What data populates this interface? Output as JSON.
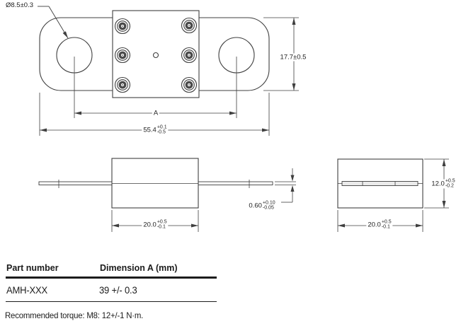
{
  "views": {
    "top": {
      "hole_diameter": "Ø8.5±0.3",
      "height": "17.7±0.5",
      "hole_spacing": "A",
      "overall_width": {
        "value": "55.4",
        "plus": "+0.1",
        "minus": "-0.5"
      }
    },
    "side": {
      "body_width": {
        "value": "20.0",
        "plus": "+0.5",
        "minus": "-0.1"
      },
      "terminal_thickness": {
        "value": "0.60",
        "plus": "+0.10",
        "minus": "-0.05"
      }
    },
    "end": {
      "body_height": {
        "value": "12.0",
        "plus": "+0.5",
        "minus": "-0.2"
      },
      "body_width": {
        "value": "20.0",
        "plus": "+0.5",
        "minus": "-0.1"
      }
    }
  },
  "table": {
    "headers": [
      "Part number",
      "Dimension A (mm)"
    ],
    "rows": [
      {
        "part_number": "AMH-XXX",
        "dimension_a": "39 +/- 0.3"
      }
    ]
  },
  "note": "Recommended torque:  M8: 12+/-1 N·m.",
  "colors": {
    "line": "#3f3f3f",
    "text": "#1c1c1c"
  }
}
